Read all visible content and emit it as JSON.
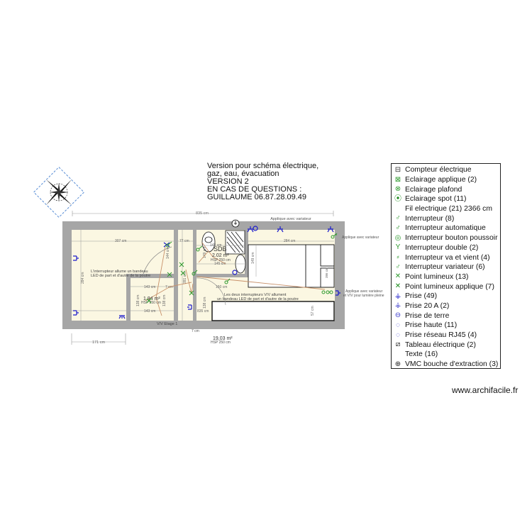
{
  "title_block": {
    "line1": "Version pour schéma électrique,",
    "line2": "gaz, eau, évacuation",
    "line3": "VERSION 2",
    "line4": "EN CAS DE QUESTIONS :",
    "line5": "GUILLAUME 06.87.28.09.49"
  },
  "legend": {
    "items": [
      {
        "icon": "electric-meter-icon",
        "glyph": "⊟",
        "color": "#333333",
        "label": "Compteur électrique"
      },
      {
        "icon": "wall-light-icon",
        "glyph": "⊠",
        "color": "#2e9a2e",
        "label": "Eclairage applique (2)"
      },
      {
        "icon": "ceiling-light-icon",
        "glyph": "⊗",
        "color": "#2e9a2e",
        "label": "Eclairage plafond"
      },
      {
        "icon": "spot-light-icon",
        "glyph": "⦿",
        "color": "#1a8a1a",
        "label": "Eclairage spot (11)"
      },
      {
        "icon": "none",
        "glyph": "",
        "color": "#000000",
        "label": "Fil electrique (21) 2366 cm"
      },
      {
        "icon": "switch-icon",
        "glyph": "♂",
        "color": "#2e9a2e",
        "label": "Interrupteur (8)"
      },
      {
        "icon": "auto-switch-icon",
        "glyph": "♂",
        "color": "#1a8a1a",
        "label": "Interrupteur automatique"
      },
      {
        "icon": "push-button-switch-icon",
        "glyph": "◎",
        "color": "#2e9a2e",
        "label": "Interrupteur bouton poussoir"
      },
      {
        "icon": "double-switch-icon",
        "glyph": "Y",
        "color": "#2e9a2e",
        "label": "Interrupteur double (2)"
      },
      {
        "icon": "two-way-switch-icon",
        "glyph": "⸗",
        "color": "#2e9a2e",
        "label": "Interrupteur va et vient (4)"
      },
      {
        "icon": "dimmer-switch-icon",
        "glyph": "♂",
        "color": "#2e9a2e",
        "label": "Interrupteur variateur (6)"
      },
      {
        "icon": "light-point-icon",
        "glyph": "✕",
        "color": "#2e9a2e",
        "label": "Point lumineux (13)"
      },
      {
        "icon": "wall-light-point-icon",
        "glyph": "✕",
        "color": "#1a8a1a",
        "label": "Point lumineux applique (7)"
      },
      {
        "icon": "outlet-icon",
        "glyph": "⚶",
        "color": "#1a1acc",
        "label": "Prise (49)"
      },
      {
        "icon": "outlet-20a-icon",
        "glyph": "⚶",
        "color": "#3a3acc",
        "label": "Prise 20 A (2)"
      },
      {
        "icon": "ground-outlet-icon",
        "glyph": "⊖",
        "color": "#3a3acc",
        "label": "Prise de terre"
      },
      {
        "icon": "high-outlet-icon",
        "glyph": "◌",
        "color": "#3a3acc",
        "label": "Prise haute (11)"
      },
      {
        "icon": "rj45-outlet-icon",
        "glyph": "◌",
        "color": "#3a3acc",
        "label": "Prise réseau RJ45 (4)"
      },
      {
        "icon": "electrical-panel-icon",
        "glyph": "⧄",
        "color": "#111111",
        "label": "Tableau électrique (2)"
      },
      {
        "icon": "none",
        "glyph": "",
        "color": "#000000",
        "label": "Texte (16)"
      },
      {
        "icon": "vmc-extraction-icon",
        "glyph": "⊕",
        "color": "#222222",
        "label": "VMC bouche d'extraction (3)"
      }
    ]
  },
  "plan": {
    "dim_total_width": "835 cm",
    "dim_left_room_width": "307 cm",
    "dim_corridor_width": "77 cm",
    "dim_left_room_height": "284 cm",
    "dim_small_room_width_top": "143 cm",
    "dim_small_room_width_bottom": "143 cm",
    "dim_small_room_height_left": "138 cm",
    "dim_small_room_height_right": "138 cm",
    "dim_small_gap": "7 cm",
    "dim_corridor_height": "144 cm",
    "dim_corridor_height_2": "281 cm",
    "dim_sdb_width_top": "143 cm",
    "dim_sdb_width_bottom": "145 cm",
    "dim_sdb_height": "149 cm",
    "dim_sdb_right_height": "149 cm",
    "dim_main_width": "284 cm",
    "dim_right_height": "386 cm",
    "dim_bottom_height": "138 cm",
    "dim_inner_150": "150 cm",
    "dim_bottom_835": "835 cm",
    "dim_lower_57": "57 cm",
    "dim_bottom_gap": "7 cm",
    "dim_bottom_171": "171 cm",
    "sdb_label": "SDB",
    "sdb_area": "2.02 m²",
    "sdb_hsp": "HSP 250 cm",
    "small_room_area": "1.94 m²",
    "small_room_hsp": "HSP 250 cm",
    "total_area": "19,03 m²",
    "total_hsp": "HSP 250 cm",
    "note_left_1": "L'interrupteur allume un bandeau",
    "note_left_2": "LED de part et d'autre de la poutre",
    "note_center_1": "Les deux interrupteurs V/V allument",
    "note_center_2": "un bandeau LED de part et d'autre de la poutre",
    "note_top_right": "Applique avec variateur",
    "note_right_top": "Applique avec variateur",
    "note_right_bottom_1": "Applique avec variateur",
    "note_right_bottom_2": "et V/V pour lumière pleine",
    "note_vv_etage": "V/V Etage 1",
    "colors": {
      "wall": "#a6a6a6",
      "floor": "#fbf7e2",
      "wire": "#c8916a",
      "outlet": "#1a1acc",
      "switch": "#2e9a2e",
      "dimension": "#888888"
    }
  },
  "watermark": "www.archifacile.fr"
}
